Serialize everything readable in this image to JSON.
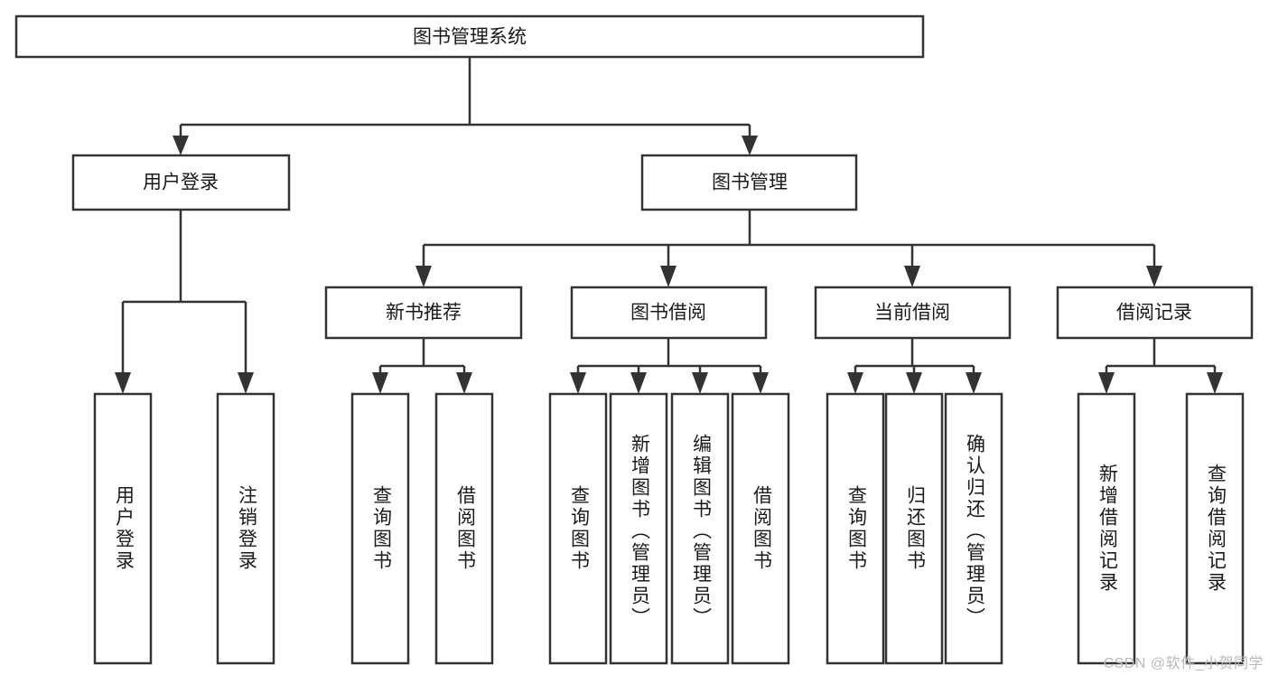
{
  "diagram": {
    "type": "tree-hierarchy",
    "title": "图书管理系统",
    "watermark": "CSDN @软件_小贺同学",
    "colors": {
      "stroke": "#333333",
      "fill": "#ffffff",
      "text": "#1a1a1a",
      "watermark": "#b9b9b9"
    },
    "root": {
      "label": "图书管理系统"
    },
    "level2": [
      {
        "label": "用户登录"
      },
      {
        "label": "图书管理"
      }
    ],
    "level3": [
      {
        "label": "新书推荐"
      },
      {
        "label": "图书借阅"
      },
      {
        "label": "当前借阅"
      },
      {
        "label": "借阅记录"
      }
    ],
    "leaves": {
      "user_login": [
        {
          "label": "用户登录"
        },
        {
          "label": "注销登录"
        }
      ],
      "new_book_recommend": [
        {
          "label": "查询图书"
        },
        {
          "label": "借阅图书"
        }
      ],
      "book_borrow": [
        {
          "label": "查询图书"
        },
        {
          "label": "新增图书（管理员）"
        },
        {
          "label": "编辑图书（管理员）"
        },
        {
          "label": "借阅图书"
        }
      ],
      "current_borrow": [
        {
          "label": "查询图书"
        },
        {
          "label": "归还图书"
        },
        {
          "label": "确认归还（管理员）"
        }
      ],
      "borrow_record": [
        {
          "label": "新增借阅记录"
        },
        {
          "label": "查询借阅记录"
        }
      ]
    }
  }
}
